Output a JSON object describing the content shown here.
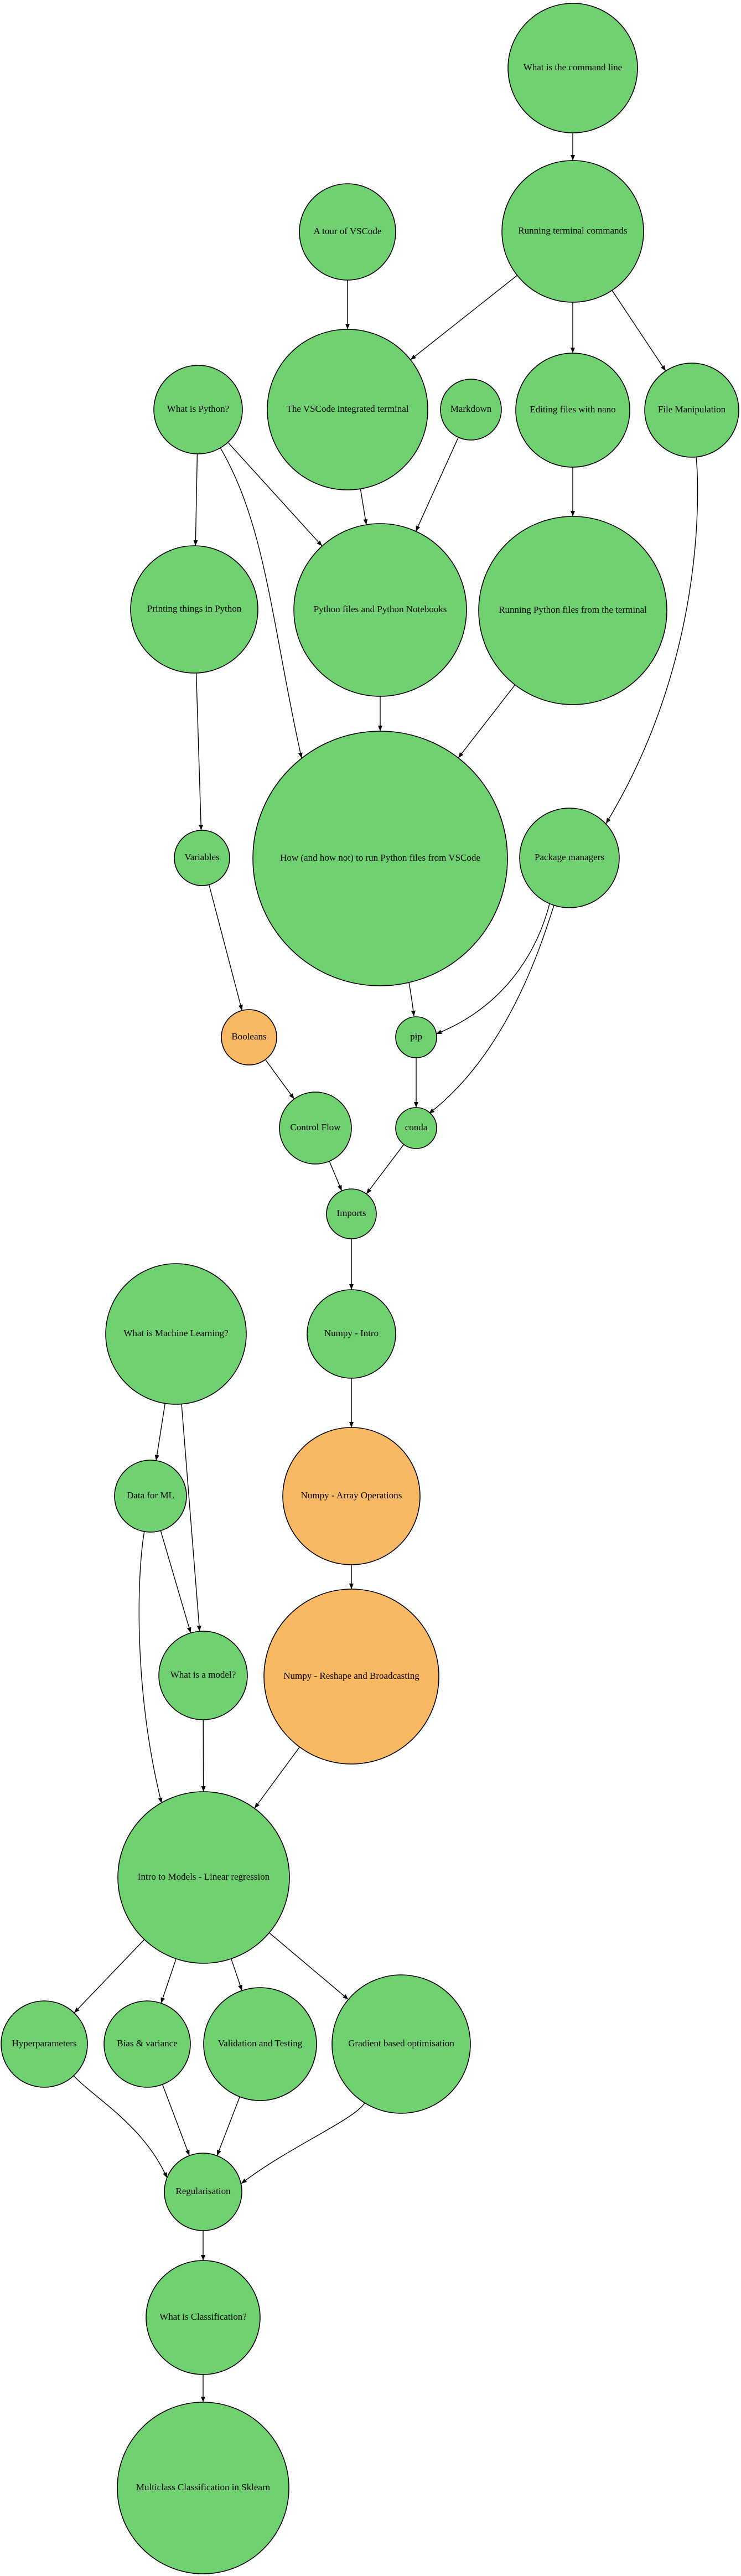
{
  "colors": {
    "done": "#70d170",
    "highlight": "#f9b964",
    "outline": "#000000"
  },
  "nodes": [
    {
      "id": "cmdline",
      "label": "What is the command line",
      "status": "done"
    },
    {
      "id": "terminal",
      "label": "Running terminal commands",
      "status": "done"
    },
    {
      "id": "vscode_tour",
      "label": "A tour of VSCode",
      "status": "done"
    },
    {
      "id": "vscode_terminal",
      "label": "The VSCode integrated terminal",
      "status": "done"
    },
    {
      "id": "markdown",
      "label": "Markdown",
      "status": "done"
    },
    {
      "id": "nano",
      "label": "Editing files with nano",
      "status": "done"
    },
    {
      "id": "filemanip",
      "label": "File Manipulation",
      "status": "done"
    },
    {
      "id": "whatpython",
      "label": "What is Python?",
      "status": "done"
    },
    {
      "id": "printing",
      "label": "Printing things in Python",
      "status": "done"
    },
    {
      "id": "pyfiles",
      "label": "Python files and Python Notebooks",
      "status": "done"
    },
    {
      "id": "runpy",
      "label": "Running Python files from the terminal",
      "status": "done"
    },
    {
      "id": "howrun",
      "label": "How (and how not) to run Python files from VSCode",
      "status": "done"
    },
    {
      "id": "pkgmgr",
      "label": "Package managers",
      "status": "done"
    },
    {
      "id": "variables",
      "label": "Variables",
      "status": "done"
    },
    {
      "id": "booleans",
      "label": "Booleans",
      "status": "highlight"
    },
    {
      "id": "pip",
      "label": "pip",
      "status": "done"
    },
    {
      "id": "controlflow",
      "label": "Control Flow",
      "status": "done"
    },
    {
      "id": "conda",
      "label": "conda",
      "status": "done"
    },
    {
      "id": "imports",
      "label": "Imports",
      "status": "done"
    },
    {
      "id": "whatml",
      "label": "What is Machine Learning?",
      "status": "done"
    },
    {
      "id": "numpyintro",
      "label": "Numpy - Intro",
      "status": "done"
    },
    {
      "id": "dataml",
      "label": "Data for ML",
      "status": "done"
    },
    {
      "id": "numpyarray",
      "label": "Numpy - Array Operations",
      "status": "highlight"
    },
    {
      "id": "whatmodel",
      "label": "What is a model?",
      "status": "done"
    },
    {
      "id": "numpyreshape",
      "label": "Numpy - Reshape and Broadcasting",
      "status": "highlight"
    },
    {
      "id": "linreg",
      "label": "Intro to Models - Linear regression",
      "status": "done"
    },
    {
      "id": "hyper",
      "label": "Hyperparameters",
      "status": "done"
    },
    {
      "id": "biasvar",
      "label": "Bias & variance",
      "status": "done"
    },
    {
      "id": "valtest",
      "label": "Validation and Testing",
      "status": "done"
    },
    {
      "id": "gradopt",
      "label": "Gradient based optimisation",
      "status": "done"
    },
    {
      "id": "regular",
      "label": "Regularisation",
      "status": "done"
    },
    {
      "id": "whatclass",
      "label": "What is Classification?",
      "status": "done"
    },
    {
      "id": "multiclass",
      "label": "Multiclass Classification in Sklearn",
      "status": "done"
    }
  ],
  "edges": [
    [
      "cmdline",
      "terminal"
    ],
    [
      "terminal",
      "vscode_terminal"
    ],
    [
      "terminal",
      "nano"
    ],
    [
      "terminal",
      "filemanip"
    ],
    [
      "vscode_tour",
      "vscode_terminal"
    ],
    [
      "vscode_terminal",
      "pyfiles"
    ],
    [
      "markdown",
      "pyfiles"
    ],
    [
      "whatpython",
      "printing"
    ],
    [
      "whatpython",
      "pyfiles"
    ],
    [
      "whatpython",
      "howrun"
    ],
    [
      "nano",
      "runpy"
    ],
    [
      "pyfiles",
      "howrun"
    ],
    [
      "runpy",
      "howrun"
    ],
    [
      "filemanip",
      "pkgmgr"
    ],
    [
      "printing",
      "variables"
    ],
    [
      "variables",
      "booleans"
    ],
    [
      "howrun",
      "pip"
    ],
    [
      "pkgmgr",
      "pip"
    ],
    [
      "pkgmgr",
      "conda"
    ],
    [
      "booleans",
      "controlflow"
    ],
    [
      "pip",
      "conda"
    ],
    [
      "controlflow",
      "imports"
    ],
    [
      "conda",
      "imports"
    ],
    [
      "imports",
      "numpyintro"
    ],
    [
      "whatml",
      "dataml"
    ],
    [
      "whatml",
      "whatmodel"
    ],
    [
      "numpyintro",
      "numpyarray"
    ],
    [
      "dataml",
      "whatmodel"
    ],
    [
      "dataml",
      "linreg"
    ],
    [
      "numpyarray",
      "numpyreshape"
    ],
    [
      "whatmodel",
      "linreg"
    ],
    [
      "numpyreshape",
      "linreg"
    ],
    [
      "linreg",
      "hyper"
    ],
    [
      "linreg",
      "biasvar"
    ],
    [
      "linreg",
      "valtest"
    ],
    [
      "linreg",
      "gradopt"
    ],
    [
      "hyper",
      "regular"
    ],
    [
      "biasvar",
      "regular"
    ],
    [
      "valtest",
      "regular"
    ],
    [
      "gradopt",
      "regular"
    ],
    [
      "regular",
      "whatclass"
    ],
    [
      "whatclass",
      "multiclass"
    ]
  ]
}
